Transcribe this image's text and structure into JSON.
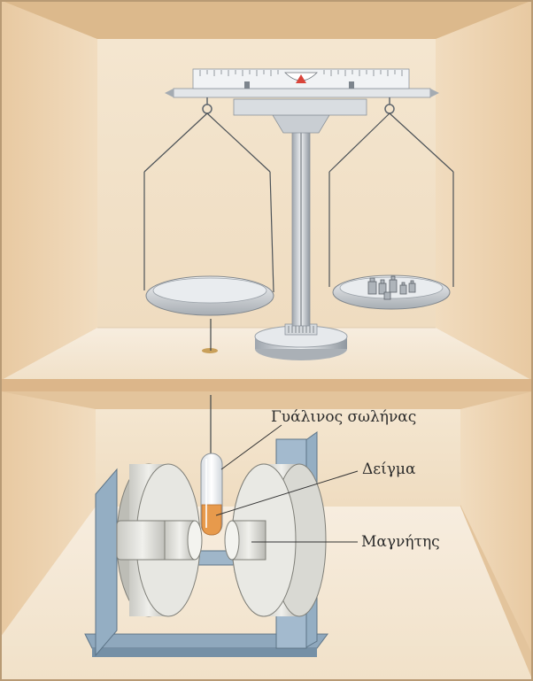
{
  "labels": {
    "glass_tube": "Γυάλινος σωλήνας",
    "sample": "Δείγμα",
    "magnet": "Μαγνήτης"
  },
  "colors": {
    "cabinet_frame": "#e2c39b",
    "cabinet_inner": "#f2e3cc",
    "cabinet_floor": "#f6ecdc",
    "metal": "#cfd3d8",
    "sample": "#e79a4c",
    "magnet_frame": "#8fa8bd"
  },
  "icons": {
    "balance": "analytical-balance-icon",
    "weights": "weights-icon",
    "magnet": "electromagnet-icon"
  }
}
